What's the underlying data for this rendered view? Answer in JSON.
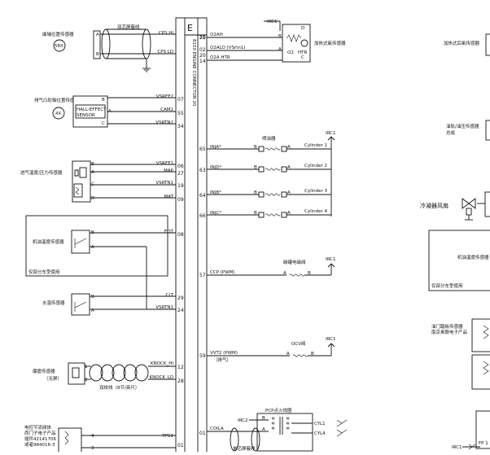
{
  "ecm": {
    "letter": "E",
    "side_label": "8150 ENGINE CONNECTOR 20"
  },
  "left_pins": [
    {
      "name": "CPS HI",
      "num": "21"
    },
    {
      "name": "CPS LO",
      "num": "20"
    },
    {
      "name": "VSREF2",
      "num": "07"
    },
    {
      "name": "CAM2",
      "num": "55"
    },
    {
      "name": "VSRTN2",
      "num": "34"
    },
    {
      "name": "VSREF1",
      "num": "06"
    },
    {
      "name": "MAP",
      "num": "27"
    },
    {
      "name": "VSRTN1",
      "num": "19"
    },
    {
      "name": "MAT",
      "num": "09"
    },
    {
      "name": "EOT",
      "num": "08"
    },
    {
      "name": "CLT",
      "num": "29"
    },
    {
      "name": "VSRTN1",
      "num": "24"
    },
    {
      "name": "KNOCK_HI",
      "num": "12"
    },
    {
      "name": "KNOCK_LO",
      "num": "28"
    },
    {
      "name": "TPS1",
      "num": "01"
    }
  ],
  "right_pins": [
    {
      "num": "10",
      "name": "O2AH"
    },
    {
      "num": "02",
      "name": "O2ALO (VSrtn1)"
    },
    {
      "num": "14",
      "name": "O2A HTR"
    },
    {
      "num": "65",
      "name": "INJA*"
    },
    {
      "num": "63",
      "name": "INJD*"
    },
    {
      "num": "64",
      "name": "INJB*"
    },
    {
      "num": "66",
      "name": "INJC*"
    },
    {
      "num": "57",
      "name": "CCP (PWM)"
    },
    {
      "num": "59",
      "name": "VVT2 (PWM)"
    },
    {
      "num": "01",
      "name": "COILA"
    }
  ],
  "left_components": {
    "crank_sensor": "曲轴位置传感器",
    "crank_badge": "58X",
    "crank_shield": "双芯屏蔽线",
    "cam_sensor": "排气凸轮轴位置传感器",
    "cam_badge": "4X",
    "hall_line1": "HALL-EFFECT",
    "hall_line2": "SENSOR",
    "map_sensor": "进气温度/压力传感器",
    "oil_temp_sensor": "机油温度传感器",
    "oil_temp_note": "仅部分车型使用",
    "coolant_sensor": "水温传感器",
    "knock_sensor": "爆震传感器",
    "knock_note": "（无屏）",
    "knock_wire": "双绞线（8节/英尺）",
    "throttle_line1": "电控节流阀体",
    "throttle_line2": "西门子电子产品",
    "throttle_line3": "插件42141706",
    "throttle_line4": "或者984016-3"
  },
  "right_components": {
    "irc_label": "IRC1",
    "o2_sensor": "加热式氧传感器",
    "o2_pin_d": "D",
    "o2_pin_a": "A",
    "o2_pin_b": "B",
    "o2_pin_c": "C",
    "o2_heater": "HTR",
    "o2_o2": "O2",
    "injector_title": "喷油器",
    "cyl1": "Cylinder 1",
    "cyl2": "Cylinder 2",
    "cyl3": "Cylinder 3",
    "cyl4": "Cylinder 4",
    "canister_valve": "碳罐电磁阀",
    "ocv_valve": "OCV阀",
    "vvt_note": "（排气）",
    "pcp_title": "PCP点火线圈",
    "irc2": "IRC2",
    "cyl_l1": "CYL1",
    "cyl_l4": "CYL4",
    "shield_bottom": "单芯屏蔽线"
  },
  "far_right": {
    "o2_post": "加热式后氧传感器",
    "rail_sensor": "油轨/油压传感器",
    "rail_sensor2": "总成",
    "fan": "冷凝器风扇",
    "oil_heater": "机油温度传感器",
    "partial_note": "仅部分车型使用",
    "pedal_line1": "油门踏板传感器",
    "pedal_line2": "南京奥联电子产品",
    "fp_label": "FP 1",
    "irc_bottom": "IRC1"
  }
}
